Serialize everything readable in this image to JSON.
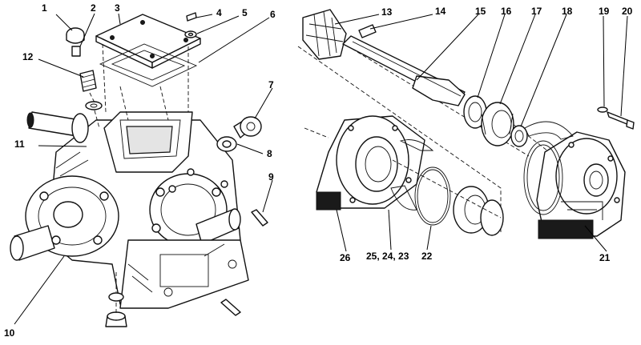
{
  "callouts": {
    "n1": "1",
    "n2": "2",
    "n3": "3",
    "n4": "4",
    "n5": "5",
    "n6": "6",
    "n7": "7",
    "n8": "8",
    "n9": "9",
    "n10": "10",
    "n11": "11",
    "n12": "12",
    "n13": "13",
    "n14": "14",
    "n15": "15",
    "n16": "16",
    "n17": "17",
    "n18": "18",
    "n19": "19",
    "n20": "20",
    "n21": "21",
    "n22": "22",
    "n23": "25, 24, 23",
    "n26": "26"
  }
}
